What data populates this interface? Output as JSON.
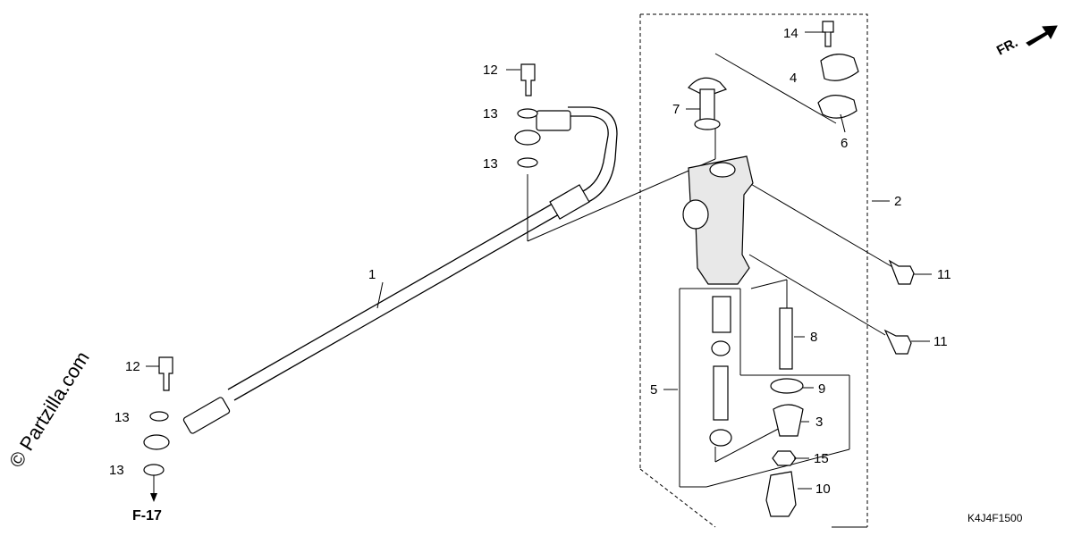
{
  "watermark": "© Partzilla.com",
  "direction_label": "FR.",
  "reference_label": "F-17",
  "diagram_code": "K4J4F1500",
  "callouts": {
    "c1": "1",
    "c2": "2",
    "c3": "3",
    "c4": "4",
    "c5": "5",
    "c6": "6",
    "c7": "7",
    "c8": "8",
    "c9": "9",
    "c10": "10",
    "c11a": "11",
    "c11b": "11",
    "c12a": "12",
    "c12b": "12",
    "c13a": "13",
    "c13b": "13",
    "c13c": "13",
    "c13d": "13",
    "c14": "14",
    "c15": "15"
  },
  "colors": {
    "line": "#000000",
    "background": "#ffffff"
  }
}
